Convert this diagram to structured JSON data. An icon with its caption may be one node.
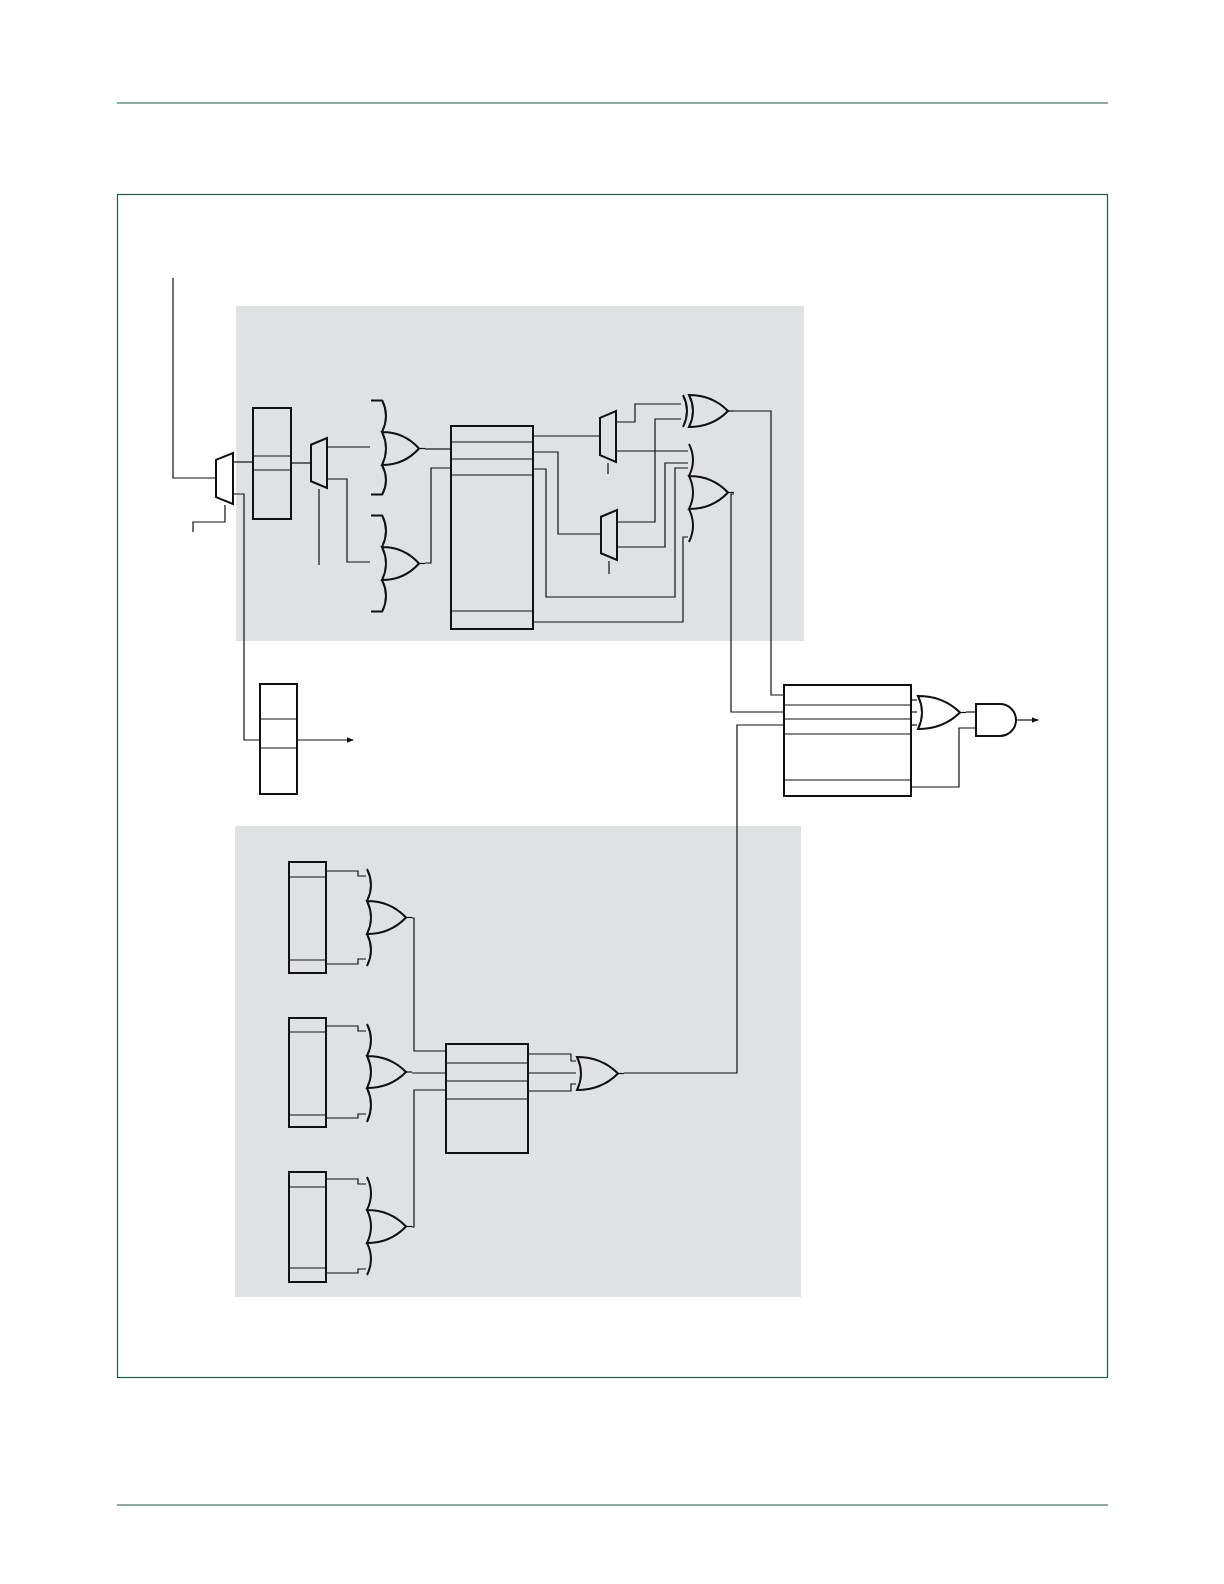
{
  "diagram": {
    "nodes": [
      {
        "text": [],
        "shape": "panel"
      },
      {
        "text": [],
        "shape": "mux"
      },
      {
        "text": [],
        "shape": "register",
        "in": 0
      },
      {
        "text": [],
        "shape": "mux",
        "in": 0
      },
      {
        "text": [],
        "shape": "or-gate",
        "in": 0
      },
      {
        "text": [],
        "shape": "or-gate",
        "in": 0
      },
      {
        "text": [],
        "shape": "register",
        "in": 0
      },
      {
        "text": [],
        "shape": "mux",
        "in": 0
      },
      {
        "text": [],
        "shape": "mux",
        "in": 0
      },
      {
        "text": [],
        "shape": "xor-gate",
        "in": 0
      },
      {
        "text": [],
        "shape": "or-gate",
        "in": 0
      },
      {
        "text": [],
        "shape": "register"
      },
      {
        "text": [],
        "shape": "register"
      },
      {
        "text": [],
        "shape": "or-gate"
      },
      {
        "text": [],
        "shape": "and-gate"
      },
      {
        "text": [],
        "shape": "panel"
      },
      {
        "text": [],
        "shape": "register",
        "in": 15
      },
      {
        "text": [],
        "shape": "or-gate",
        "in": 15
      },
      {
        "text": [],
        "shape": "register",
        "in": 15
      },
      {
        "text": [],
        "shape": "or-gate",
        "in": 15
      },
      {
        "text": [],
        "shape": "register",
        "in": 15
      },
      {
        "text": [],
        "shape": "or-gate",
        "in": 15
      },
      {
        "text": [],
        "shape": "register",
        "in": 15
      },
      {
        "text": [],
        "shape": "or-gate",
        "in": 15
      }
    ],
    "edges": [
      {
        "from": null,
        "to": 1,
        "arrow": "none"
      },
      {
        "from": null,
        "to": 1,
        "arrow": "none"
      },
      {
        "from": 1,
        "to": 2,
        "arrow": "none"
      },
      {
        "from": 1,
        "to": 11,
        "arrow": "none"
      },
      {
        "from": 2,
        "to": 3,
        "arrow": "none"
      },
      {
        "from": null,
        "to": 3,
        "arrow": "none"
      },
      {
        "from": 3,
        "to": 4,
        "arrow": "none"
      },
      {
        "from": 3,
        "to": 5,
        "arrow": "none"
      },
      {
        "from": 4,
        "to": 6,
        "arrow": "none"
      },
      {
        "from": 5,
        "to": 6,
        "arrow": "none"
      },
      {
        "from": 6,
        "to": 7,
        "arrow": "none"
      },
      {
        "from": 6,
        "to": 8,
        "arrow": "none"
      },
      {
        "from": 6,
        "to": 10,
        "arrow": "none"
      },
      {
        "from": 6,
        "to": 10,
        "arrow": "none"
      },
      {
        "from": 7,
        "to": 9,
        "arrow": "none"
      },
      {
        "from": 7,
        "to": 10,
        "arrow": "none"
      },
      {
        "from": 8,
        "to": 9,
        "arrow": "none"
      },
      {
        "from": 8,
        "to": 10,
        "arrow": "none"
      },
      {
        "from": null,
        "to": 7,
        "arrow": "none"
      },
      {
        "from": null,
        "to": 8,
        "arrow": "none"
      },
      {
        "from": 9,
        "to": 12,
        "arrow": "none"
      },
      {
        "from": 10,
        "to": 12,
        "arrow": "none"
      },
      {
        "from": 23,
        "to": 12,
        "arrow": "none"
      },
      {
        "from": 12,
        "to": 13,
        "arrow": "none"
      },
      {
        "from": 12,
        "to": 13,
        "arrow": "none"
      },
      {
        "from": 12,
        "to": 13,
        "arrow": "none"
      },
      {
        "from": 13,
        "to": 14,
        "arrow": "none"
      },
      {
        "from": 12,
        "to": 14,
        "arrow": "none"
      },
      {
        "from": 14,
        "to": null,
        "arrow": "to"
      },
      {
        "from": 11,
        "to": null,
        "arrow": "to"
      },
      {
        "from": 16,
        "to": 17,
        "arrow": "none"
      },
      {
        "from": 16,
        "to": 17,
        "arrow": "none"
      },
      {
        "from": 18,
        "to": 19,
        "arrow": "none"
      },
      {
        "from": 18,
        "to": 19,
        "arrow": "none"
      },
      {
        "from": 20,
        "to": 21,
        "arrow": "none"
      },
      {
        "from": 20,
        "to": 21,
        "arrow": "none"
      },
      {
        "from": 17,
        "to": 22,
        "arrow": "none"
      },
      {
        "from": 19,
        "to": 22,
        "arrow": "none"
      },
      {
        "from": 21,
        "to": 22,
        "arrow": "none"
      },
      {
        "from": 22,
        "to": 23,
        "arrow": "none"
      },
      {
        "from": 22,
        "to": 23,
        "arrow": "none"
      },
      {
        "from": 22,
        "to": 23,
        "arrow": "none"
      }
    ]
  }
}
